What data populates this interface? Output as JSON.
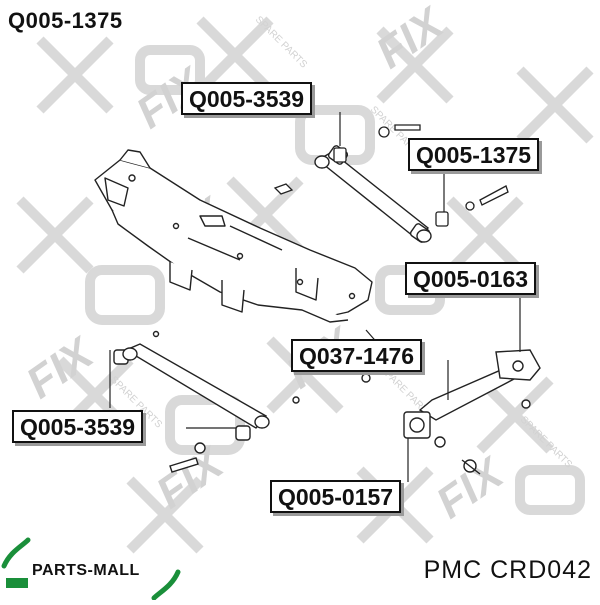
{
  "title": "Q005-1375",
  "callouts": {
    "upper_left": "Q005-3539",
    "upper_right": "Q005-1375",
    "right_mid": "Q005-0163",
    "center": "Q037-1476",
    "lower_left": "Q005-3539",
    "bottom": "Q005-0157"
  },
  "footer": {
    "brand": "PARTS-MALL",
    "part_code": "PMC CRD042"
  },
  "watermark": {
    "logo_text": "FIX",
    "tagline": "SPARE PARTS"
  },
  "colors": {
    "ink": "#111111",
    "line": "#2a2a2a",
    "watermark": "#d7d7d7",
    "brand_green": "#1a8f3a"
  }
}
